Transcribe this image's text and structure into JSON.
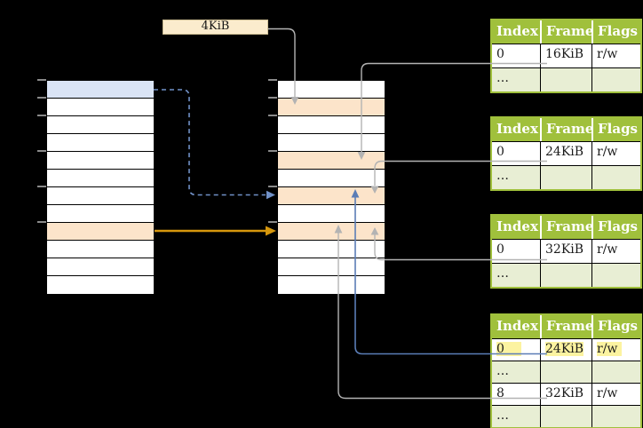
{
  "colors": {
    "background": "#000000",
    "table_header_green": "#a0c03c",
    "table_border_green": "#a0c03c",
    "table_row_light_green": "#e8eed4",
    "blue_row": "#dae4f5",
    "orange_row": "#fce4ca",
    "label_cream": "#fbeccd",
    "highlight_yellow": "#fcf3a0",
    "gray_line": "#b3b3b3",
    "blue_line": "#5b7db6",
    "dashed_blue": "#7191c7",
    "orange_arrow": "#d6970d",
    "tick_gray": "#8a8a8a",
    "text_dark": "#1a1a1a",
    "header_text": "#ffffff"
  },
  "page_size_label": {
    "text": "4KiB"
  },
  "virtual_memory": {
    "rows": [
      "blue",
      "white",
      "white",
      "white",
      "white",
      "white",
      "white",
      "white",
      "orange",
      "white",
      "white",
      "white"
    ]
  },
  "physical_memory": {
    "rows": [
      "white",
      "orange",
      "white",
      "white",
      "orange",
      "white",
      "orange",
      "white",
      "orange",
      "white",
      "white",
      "white"
    ]
  },
  "tick_boundaries": [
    0,
    1,
    2,
    4,
    6,
    8
  ],
  "page_tables": [
    {
      "id": "page-table-16kib",
      "headers": [
        "Index",
        "Frame",
        "Flags"
      ],
      "rows": [
        {
          "cells": [
            "0",
            "16KiB",
            "r/w"
          ],
          "shaded": false,
          "highlighted": false
        },
        {
          "cells": [
            "…",
            "",
            ""
          ],
          "shaded": true,
          "highlighted": false
        }
      ]
    },
    {
      "id": "page-table-24kib",
      "headers": [
        "Index",
        "Frame",
        "Flags"
      ],
      "rows": [
        {
          "cells": [
            "0",
            "24KiB",
            "r/w"
          ],
          "shaded": false,
          "highlighted": false
        },
        {
          "cells": [
            "…",
            "",
            ""
          ],
          "shaded": true,
          "highlighted": false
        }
      ]
    },
    {
      "id": "page-table-32kib",
      "headers": [
        "Index",
        "Frame",
        "Flags"
      ],
      "rows": [
        {
          "cells": [
            "0",
            "32KiB",
            "r/w"
          ],
          "shaded": false,
          "highlighted": false
        },
        {
          "cells": [
            "…",
            "",
            ""
          ],
          "shaded": true,
          "highlighted": false
        }
      ]
    },
    {
      "id": "page-table-level2",
      "headers": [
        "Index",
        "Frame",
        "Flags"
      ],
      "rows": [
        {
          "cells": [
            "0",
            "24KiB",
            "r/w"
          ],
          "shaded": false,
          "highlighted": true
        },
        {
          "cells": [
            "…",
            "",
            ""
          ],
          "shaded": true,
          "highlighted": false
        },
        {
          "cells": [
            "8",
            "32KiB",
            "r/w"
          ],
          "shaded": false,
          "highlighted": false
        },
        {
          "cells": [
            "…",
            "",
            ""
          ],
          "shaded": true,
          "highlighted": false
        }
      ]
    }
  ],
  "connectors": [
    {
      "from": "page-size-label",
      "to": "physical-frame-4kib",
      "style": "gray-arrow-down"
    },
    {
      "from": "page-table-16kib-frame-cell",
      "to": "physical-frame-16kib",
      "style": "gray-arrow-down"
    },
    {
      "from": "page-table-24kib-frame-cell",
      "to": "physical-frame-24kib",
      "style": "gray-arrow-down"
    },
    {
      "from": "page-table-32kib-frame-cell",
      "to": "physical-frame-32kib",
      "style": "gray-arrow-up"
    },
    {
      "from": "page-table-level2-entry-0",
      "to": "physical-frame-24kib",
      "style": "blue-arrow-up"
    },
    {
      "from": "page-table-level2-entry-8",
      "to": "physical-frame-32kib",
      "style": "gray-arrow-up"
    },
    {
      "from": "virtual-page-blue",
      "to": "physical-frame-24kib",
      "style": "blue-dashed-arrow"
    },
    {
      "from": "virtual-page-orange",
      "to": "physical-frame-32kib",
      "style": "orange-arrow"
    }
  ]
}
